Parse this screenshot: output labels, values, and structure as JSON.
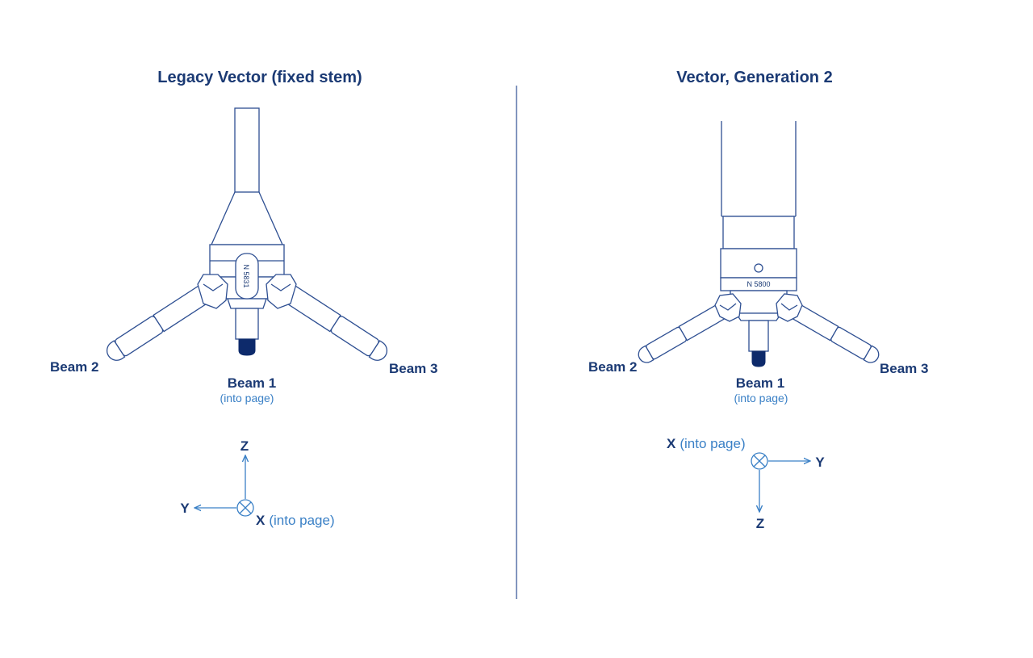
{
  "left": {
    "title": "Legacy Vector (fixed stem)",
    "serial": "N 5831",
    "beam1": "Beam 1",
    "beam1_note": "(into page)",
    "beam2": "Beam 2",
    "beam3": "Beam 3",
    "axis_z": "Z",
    "axis_y": "Y",
    "axis_x": "X",
    "axis_x_note": "(into page)"
  },
  "right": {
    "title": "Vector, Generation 2",
    "serial": "N 5800",
    "beam1": "Beam 1",
    "beam1_note": "(into page)",
    "beam2": "Beam 2",
    "beam3": "Beam 3",
    "axis_x": "X",
    "axis_x_note": "(into page)",
    "axis_y": "Y",
    "axis_z": "Z"
  },
  "colors": {
    "heading": "#1b3a74",
    "line": "#2e4f92",
    "accent": "#3a80c6",
    "tip": "#0d2a6b"
  }
}
